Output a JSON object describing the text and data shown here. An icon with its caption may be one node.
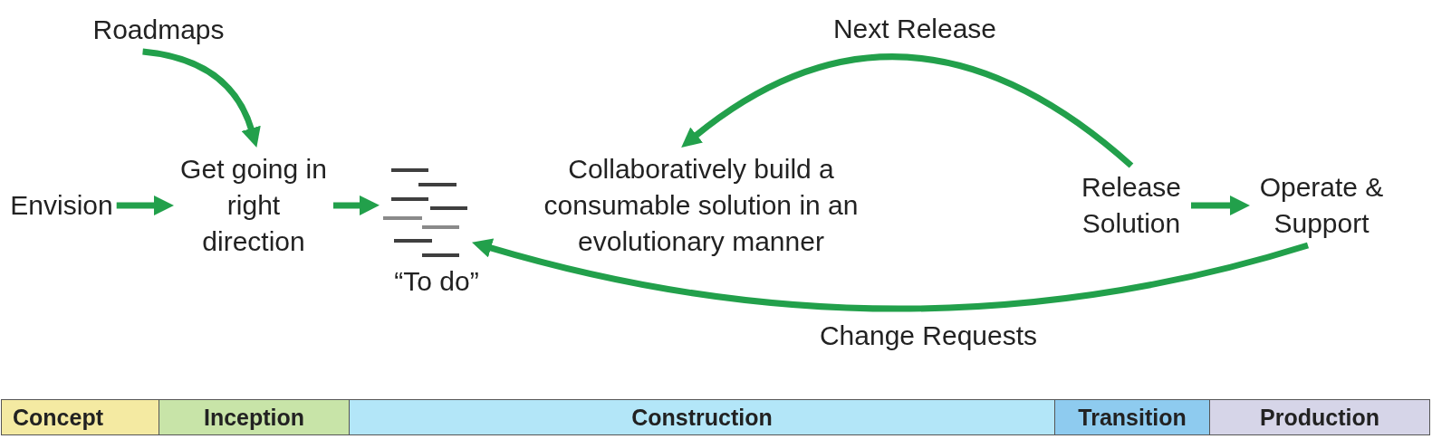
{
  "diagram": {
    "nodes": [
      {
        "text": [
          "Roadmaps"
        ]
      },
      {
        "text": [
          "Envision"
        ]
      },
      {
        "text": [
          "Get going in right direction"
        ]
      },
      {
        "text": [],
        "shape": "picture",
        "beside": [
          "“To do”"
        ]
      },
      {
        "text": [
          "Collaboratively build a consumable solution in an evolutionary manner"
        ]
      },
      {
        "text": [
          "Release Solution"
        ]
      },
      {
        "text": [
          "Operate & Support"
        ]
      },
      {
        "text": [
          "Concept"
        ]
      },
      {
        "text": [
          "Inception"
        ]
      },
      {
        "text": [
          "Construction"
        ]
      },
      {
        "text": [
          "Transition"
        ]
      },
      {
        "text": [
          "Production"
        ]
      }
    ],
    "edges": [
      {
        "from": 0,
        "to": 2,
        "arrow": "to"
      },
      {
        "from": 1,
        "to": 2,
        "arrow": "to"
      },
      {
        "from": 2,
        "to": 3,
        "arrow": "to"
      },
      {
        "from": 5,
        "to": 4,
        "arrow": "to",
        "label": "Next Release"
      },
      {
        "from": 6,
        "to": 3,
        "arrow": "to",
        "label": "Change Requests"
      },
      {
        "from": 5,
        "to": 6,
        "arrow": "to"
      }
    ]
  }
}
